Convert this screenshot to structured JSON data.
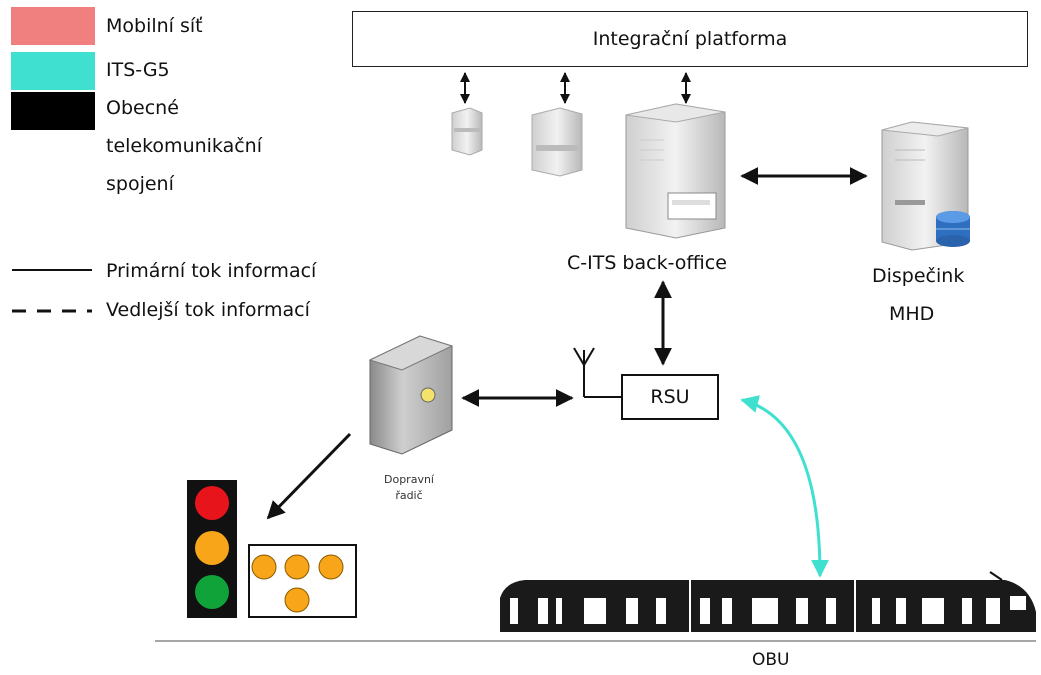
{
  "legend": {
    "items": [
      {
        "label": "Mobilní síť",
        "color": "#f08080"
      },
      {
        "label": "ITS-G5",
        "color": "#40e0d0"
      },
      {
        "label": "Obecné telekomunikační spojení",
        "lines": [
          "Obecné",
          "telekomunikační",
          "spojení"
        ],
        "color": "#000000"
      }
    ],
    "primary_flow": "Primární tok informací",
    "secondary_flow": "Vedlejší tok informací"
  },
  "nodes": {
    "platform": "Integrační platforma",
    "back_office": "C-ITS back-office",
    "dispatch_line1": "Dispečink",
    "dispatch_line2": "MHD",
    "rsu": "RSU",
    "controller_line1": "Dopravní",
    "controller_line2": "řadič",
    "obu": "OBU"
  },
  "colors": {
    "arrow": "#111111",
    "its_g5_arrow": "#40e0d0",
    "traffic_red": "#e8141b",
    "traffic_amber": "#f9a51a",
    "traffic_green": "#10a33a"
  }
}
